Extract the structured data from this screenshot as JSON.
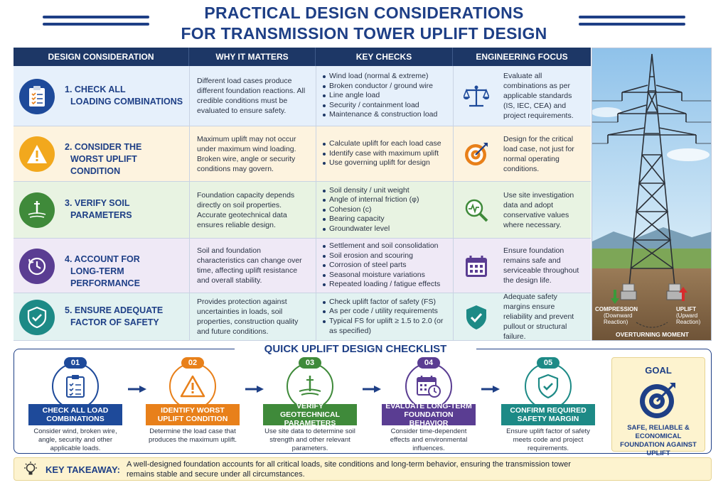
{
  "title": {
    "line1": "PRACTICAL DESIGN CONSIDERATIONS",
    "line2": "FOR TRANSMISSION TOWER UPLIFT DESIGN"
  },
  "table": {
    "headers": [
      "DESIGN CONSIDERATION",
      "WHY IT MATTERS",
      "KEY CHECKS",
      "ENGINEERING FOCUS"
    ],
    "rows": [
      {
        "title1": "1. CHECK ALL",
        "title2": "LOADING COMBINATIONS",
        "icon": "clipboard-checklist-icon",
        "why": "Different load cases produce different foundation reactions. All credible conditions must be evaluated to ensure safety.",
        "checks": [
          "Wind load (normal & extreme)",
          "Broken conductor / ground wire",
          "Line angle load",
          "Security / containment load",
          "Maintenance & construction load"
        ],
        "focus_icon": "balance-scale-icon",
        "focus": "Evaluate all combinations as per applicable standards (IS, IEC, CEA) and project requirements.",
        "bg": "#e6f0fb",
        "iconbg": "#1e4a9a"
      },
      {
        "title1": "2. CONSIDER THE",
        "title2": "WORST UPLIFT CONDITION",
        "icon": "warning-triangle-icon",
        "why": "Maximum uplift may not occur under maximum wind loading. Broken wire, angle or security conditions may govern.",
        "checks": [
          "Calculate uplift for each load case",
          "Identify case with maximum uplift",
          "Use governing uplift for design"
        ],
        "focus_icon": "target-icon",
        "focus": "Design for the critical load case, not just for normal operating conditions.",
        "bg": "#fdf3df",
        "iconbg": "#f2a81d"
      },
      {
        "title1": "3. VERIFY SOIL",
        "title2": "PARAMETERS",
        "icon": "soil-probe-icon",
        "why": "Foundation capacity depends directly on soil properties. Accurate geotechnical data ensures reliable design.",
        "checks": [
          "Soil density / unit weight",
          "Angle of internal friction (φ)",
          "Cohesion (c)",
          "Bearing capacity",
          "Groundwater level"
        ],
        "focus_icon": "magnifier-graph-icon",
        "focus": "Use site investigation data and adopt conservative values where necessary.",
        "bg": "#e8f3e2",
        "iconbg": "#3f8a3a"
      },
      {
        "title1": "4. ACCOUNT FOR",
        "title2": "LONG-TERM PERFORMANCE",
        "icon": "clock-cycle-icon",
        "why": "Soil and foundation characteristics can change over time, affecting uplift resistance and overall stability.",
        "checks": [
          "Settlement and soil consolidation",
          "Soil erosion and scouring",
          "Corrosion of steel parts",
          "Seasonal moisture variations",
          "Repeated loading / fatigue effects"
        ],
        "focus_icon": "calendar-icon",
        "focus": "Ensure foundation remains safe and serviceable throughout the design life.",
        "bg": "#efe9f6",
        "iconbg": "#5a3d92"
      },
      {
        "title1": "5. ENSURE ADEQUATE",
        "title2": "FACTOR OF SAFETY",
        "icon": "shield-check-icon",
        "why": "Provides protection against uncertainties in loads, soil properties, construction quality and future conditions.",
        "checks": [
          "Check uplift factor of safety (FS)",
          "As per code / utility requirements",
          "Typical FS for uplift ≥ 1.5 to 2.0 (or as specified)"
        ],
        "focus_icon": "shield-check-icon",
        "focus": "Adequate safety margins ensure reliability and prevent pullout or structural failure.",
        "bg": "#e2f2f1",
        "iconbg": "#1d8a86"
      }
    ]
  },
  "tower": {
    "compression": "COMPRESSION",
    "compression_sub1": "(Downward",
    "compression_sub2": "Reaction)",
    "uplift": "UPLIFT",
    "uplift_sub1": "(Upward",
    "uplift_sub2": "Reaction)",
    "moment": "OVERTURNING MOMENT"
  },
  "checklist": {
    "title": "QUICK UPLIFT DESIGN CHECKLIST",
    "steps": [
      {
        "num": "01",
        "label": "CHECK ALL LOAD COMBINATIONS",
        "desc": "Consider wind, broken wire, angle, security and other applicable loads.",
        "color": "#1e4a9a",
        "icon": "checklist-icon"
      },
      {
        "num": "02",
        "label": "IDENTIFY WORST UPLIFT CONDITION",
        "desc": "Determine the load case that produces the maximum uplift.",
        "color": "#e8801a",
        "icon": "warning-icon"
      },
      {
        "num": "03",
        "label": "VERIFY GEOTECHNICAL PARAMETERS",
        "desc": "Use site data to determine soil strength and other relevant parameters.",
        "color": "#3f8a3a",
        "icon": "soil-icon"
      },
      {
        "num": "04",
        "label": "EVALUATE LONG-TERM FOUNDATION BEHAVIOR",
        "desc": "Consider time-dependent effects and environmental influences.",
        "color": "#5a3d92",
        "icon": "calendar-clock-icon"
      },
      {
        "num": "05",
        "label": "CONFIRM REQUIRED SAFETY MARGIN",
        "desc": "Ensure uplift factor of safety meets code and project requirements.",
        "color": "#1d8a86",
        "icon": "shield-icon"
      }
    ],
    "goal": {
      "title": "GOAL",
      "text": "SAFE, RELIABLE & ECONOMICAL FOUNDATION AGAINST UPLIFT"
    }
  },
  "takeaway": {
    "label": "KEY TAKEAWAY:",
    "text1": "A well-designed foundation accounts for all critical loads, site conditions  and long-term behavior, ensuring the transmission tower",
    "text2": "remains stable and secure under all circumstances."
  }
}
